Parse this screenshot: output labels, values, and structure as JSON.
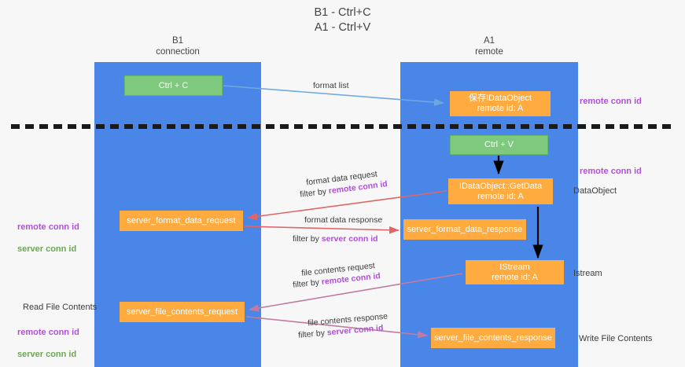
{
  "title": "B1 - Ctrl+C\nA1 - Ctrl+V",
  "lanes": [
    {
      "name": "b1",
      "header": "B1\nconnection",
      "color": "#4a86e8"
    },
    {
      "name": "a1",
      "header": "A1\nremote",
      "color": "#4a86e8"
    }
  ],
  "colors": {
    "lane": "#4a86e8",
    "green_node": "#7ec97e",
    "orange_node": "#ffab40",
    "purple_label": "#b14fd8",
    "green_label": "#6aa84f",
    "arrow_blue": "#6fa8dc",
    "arrow_red": "#e06666",
    "arrow_magenta": "#c27ba0",
    "arrow_black": "#000000",
    "background": "#f7f7f7"
  },
  "nodes": {
    "ctrl_c": "Ctrl + C",
    "dataobject_store": "保存IDataObject\nremote id: A",
    "ctrl_v": "Ctrl + V",
    "getdata": "IDataObject::GetData\nremote id: A",
    "server_format_data_request": "server_format_data_request",
    "server_format_data_response": "server_format_data_response",
    "istream": "IStream\nremote id: A",
    "server_file_contents_request": "server_file_contents_request",
    "server_file_contents_response": "server_file_contents_response"
  },
  "side_labels": {
    "right_remote_conn_id_top": "remote conn id",
    "right_remote_conn_id_mid": "remote conn id",
    "right_dataobject": "DataObject",
    "right_istream": "Istream",
    "right_write_file_contents": "Write File Contents",
    "left_remote_conn_id": "remote conn id",
    "left_server_conn_id": "server conn id",
    "left_read_file_contents": "Read File Contents",
    "left_remote_conn_id_2": "remote conn id",
    "left_server_conn_id_2": "server conn id"
  },
  "edge_labels": {
    "format_list": "format list",
    "format_data_request": "format data request",
    "format_data_request_filter_prefix": "filter by ",
    "format_data_request_filter_key": "remote conn id",
    "format_data_response": "format data response",
    "format_data_response_filter_prefix": "filter by ",
    "format_data_response_filter_key": "server conn id",
    "file_contents_request": "file contents request",
    "file_contents_request_filter_prefix": "filter by ",
    "file_contents_request_filter_key": "remote conn id",
    "file_contents_response": "file contents response",
    "file_contents_response_filter_prefix": "filter by ",
    "file_contents_response_filter_key": "server conn id"
  }
}
